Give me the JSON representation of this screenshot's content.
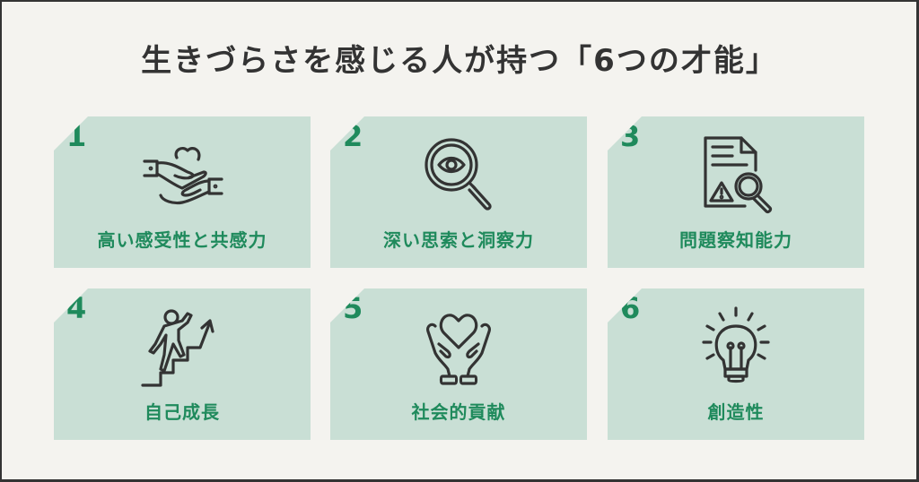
{
  "title": "生きづらさを感じる人が持つ「6つの才能」",
  "colors": {
    "background": "#f4f3ef",
    "card": "#c9dfd5",
    "accent": "#1f8a5c",
    "text": "#333333"
  },
  "cards": [
    {
      "number": "1",
      "label": "高い感受性と共感力",
      "icon": "caring-hands-icon"
    },
    {
      "number": "2",
      "label": "深い思索と洞察力",
      "icon": "magnifier-eye-icon"
    },
    {
      "number": "3",
      "label": "問題察知能力",
      "icon": "document-warning-search-icon"
    },
    {
      "number": "4",
      "label": "自己成長",
      "icon": "climbing-stairs-icon"
    },
    {
      "number": "5",
      "label": "社会的貢献",
      "icon": "hands-heart-icon"
    },
    {
      "number": "6",
      "label": "創造性",
      "icon": "lightbulb-icon"
    }
  ]
}
